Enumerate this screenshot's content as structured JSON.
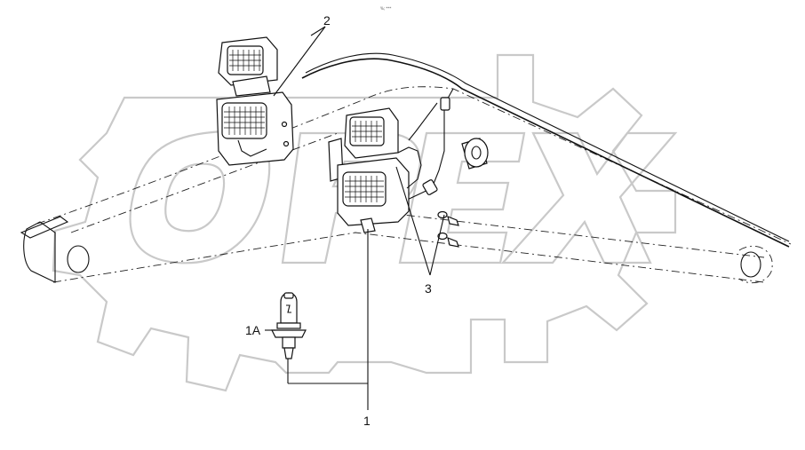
{
  "header": {
    "code": "%; ***"
  },
  "watermark": {
    "text": "OPEX"
  },
  "callouts": [
    {
      "id": "1",
      "label": "1"
    },
    {
      "id": "1A",
      "label": "1A"
    },
    {
      "id": "2",
      "label": "2"
    },
    {
      "id": "3",
      "label": "3"
    }
  ]
}
